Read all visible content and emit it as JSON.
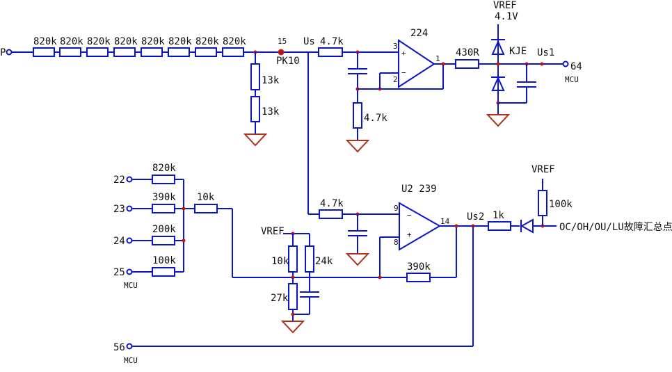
{
  "top_chain": {
    "input_label": "P",
    "series_resistors": [
      "820k",
      "820k",
      "820k",
      "820k",
      "820k",
      "820k",
      "820k",
      "820k"
    ],
    "divider_resistors": [
      "13k",
      "13k"
    ],
    "pin_number": "15",
    "pin_name": "PK10",
    "node_us": "Us",
    "filter_resistor": "4.7k",
    "ground_resistor": "4.7k",
    "opamp_number": "224",
    "opamp_pin_plus": "3",
    "opamp_pin_minus": "2",
    "opamp_pin_out": "1",
    "opamp_plus_sign": "+",
    "opamp_minus_sign": "−",
    "output_resistor": "430R",
    "zener_label_1": "VREF",
    "zener_label_2": "4.1V",
    "diode_label": "KJE",
    "output_node": "Us1",
    "mcu_pin": "64",
    "mcu_label": "MCU"
  },
  "bottom_chain": {
    "inputs": [
      {
        "pin": "22",
        "resistor": "820k"
      },
      {
        "pin": "23",
        "resistor": "390k"
      },
      {
        "pin": "24",
        "resistor": "200k"
      },
      {
        "pin": "25",
        "resistor": "100k"
      }
    ],
    "input_mcu_label": "MCU",
    "sum_resistor": "10k",
    "filter_resistor": "4.7k",
    "vref_label": "VREF",
    "bias_resistors": {
      "upper_left": "10k",
      "upper_right": "24k",
      "lower": "27k"
    },
    "feedback_resistor": "390k",
    "opamp_title": "U2  239",
    "opamp_pin_minus": "9",
    "opamp_pin_plus": "8",
    "opamp_pin_out": "14",
    "opamp_plus_sign": "+",
    "opamp_minus_sign": "−",
    "output_node": "Us2",
    "output_resistor": "1k",
    "pullup_label": "VREF",
    "pullup_resistor": "100k",
    "fault_label": "OC/OH/OU/LU故障汇总点",
    "mcu_pin": "56",
    "mcu_label": "MCU"
  },
  "colors": {
    "wire": "#0a14c8",
    "ground": "#b0301c",
    "junction": "#c0101a"
  }
}
